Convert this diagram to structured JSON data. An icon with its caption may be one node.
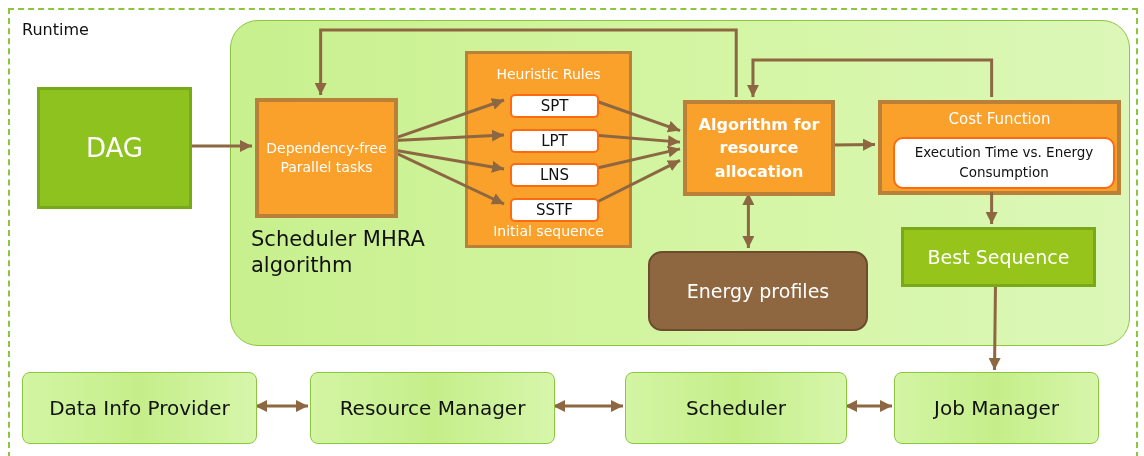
{
  "diagram": {
    "nodes": [
      {
        "text": [
          "Runtime"
        ]
      },
      {
        "text": [
          "Scheduler MHRA algorithm"
        ],
        "in": 0
      },
      {
        "text": [
          "DAG"
        ],
        "in": 0
      },
      {
        "text": [
          "Dependency-free Parallel tasks"
        ],
        "in": 1
      },
      {
        "text": [
          "Heuristic Rules",
          "Initial sequence"
        ],
        "in": 1
      },
      {
        "text": [
          "SPT"
        ],
        "in": 4
      },
      {
        "text": [
          "LPT"
        ],
        "in": 4
      },
      {
        "text": [
          "LNS"
        ],
        "in": 4
      },
      {
        "text": [
          "SSTF"
        ],
        "in": 4
      },
      {
        "text": [
          "Algorithm for resource allocation"
        ],
        "in": 1
      },
      {
        "text": [
          "Cost Function"
        ],
        "in": 1
      },
      {
        "text": [
          "Execution Time vs. Energy Consumption"
        ],
        "in": 10
      },
      {
        "text": [
          "Energy profiles"
        ],
        "in": 1
      },
      {
        "text": [
          "Best Sequence"
        ],
        "in": 1
      },
      {
        "text": [
          "Data Info Provider"
        ],
        "in": 0
      },
      {
        "text": [
          "Resource Manager"
        ],
        "in": 0
      },
      {
        "text": [
          "Scheduler"
        ],
        "in": 0
      },
      {
        "text": [
          "Job Manager"
        ],
        "in": 0
      }
    ],
    "edges": [
      {
        "from": 2,
        "to": 3,
        "arrow": "to"
      },
      {
        "from": 3,
        "to": 5,
        "arrow": "to"
      },
      {
        "from": 3,
        "to": 6,
        "arrow": "to"
      },
      {
        "from": 3,
        "to": 7,
        "arrow": "to"
      },
      {
        "from": 3,
        "to": 8,
        "arrow": "to"
      },
      {
        "from": 5,
        "to": 9,
        "arrow": "to"
      },
      {
        "from": 6,
        "to": 9,
        "arrow": "to"
      },
      {
        "from": 7,
        "to": 9,
        "arrow": "to"
      },
      {
        "from": 8,
        "to": 9,
        "arrow": "to"
      },
      {
        "from": 9,
        "to": 3,
        "arrow": "to"
      },
      {
        "from": 9,
        "to": 10,
        "arrow": "to"
      },
      {
        "from": 10,
        "to": 9,
        "arrow": "to"
      },
      {
        "from": 9,
        "to": 12,
        "arrow": "both"
      },
      {
        "from": 10,
        "to": 13,
        "arrow": "to"
      },
      {
        "from": 13,
        "to": 17,
        "arrow": "to"
      },
      {
        "from": 14,
        "to": 15,
        "arrow": "both"
      },
      {
        "from": 15,
        "to": 16,
        "arrow": "both"
      },
      {
        "from": 16,
        "to": 17,
        "arrow": "both"
      }
    ]
  }
}
